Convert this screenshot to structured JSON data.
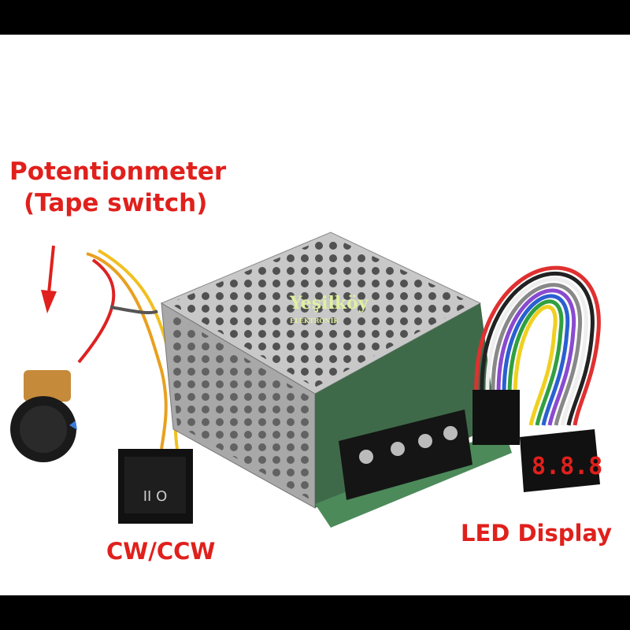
{
  "labels": {
    "potentiometer_line1": "Potentionmeter",
    "potentiometer_line2": "(Tape switch)",
    "switch": "CW/CCW",
    "display": "LED Display"
  },
  "watermark": {
    "line1": "Yeşilköy",
    "line2": "ELEKTRONIK"
  },
  "led_readout": "8.8.8",
  "switch_marks": "II O",
  "colors": {
    "label": "#e0201c",
    "background": "#ffffff",
    "frame": "#000000",
    "led": "#e0201c"
  }
}
